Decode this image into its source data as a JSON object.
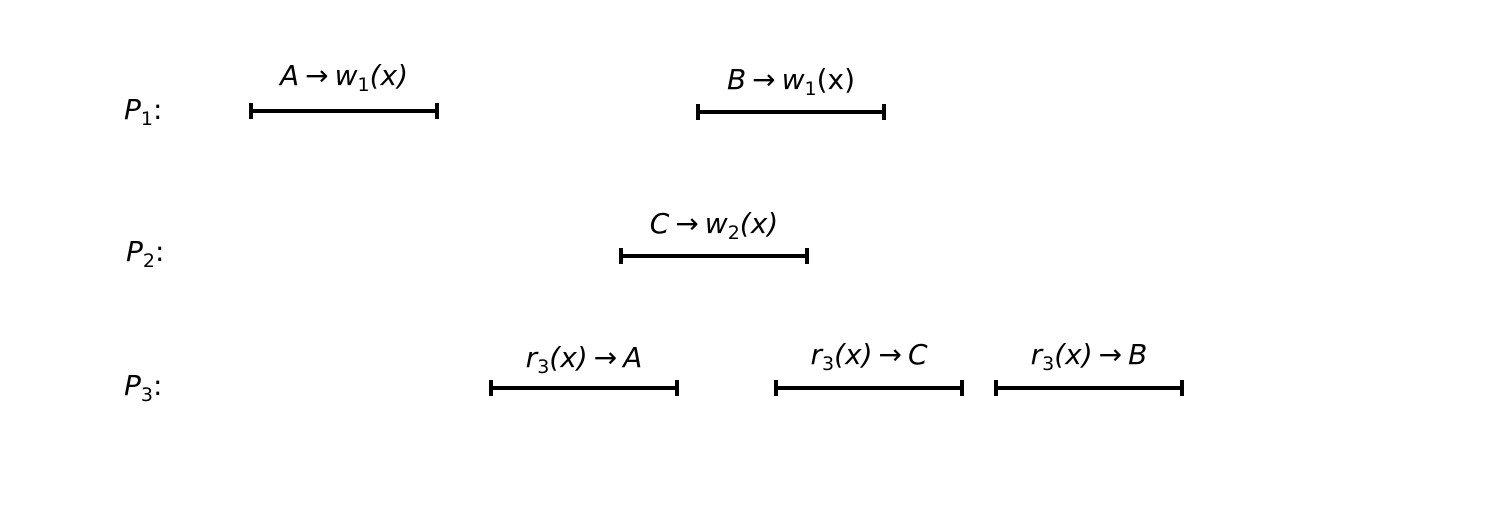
{
  "processes": [
    {
      "id": "1",
      "label": "P",
      "sub": "1",
      "colon": ":",
      "ops": [
        {
          "pre_var": "A",
          "arrow": "→",
          "fn": "w",
          "fn_sub": "1",
          "arg": "(x)",
          "post_var": ""
        },
        {
          "pre_var": "B",
          "arrow": "→",
          "fn": "w",
          "fn_sub": "1",
          "arg": "(x)",
          "post_var": ""
        }
      ]
    },
    {
      "id": "2",
      "label": "P",
      "sub": "2",
      "colon": ":",
      "ops": [
        {
          "pre_var": "C",
          "arrow": "→",
          "fn": "w",
          "fn_sub": "2",
          "arg": "(x)",
          "post_var": ""
        }
      ]
    },
    {
      "id": "3",
      "label": "P",
      "sub": "3",
      "colon": ":",
      "ops": [
        {
          "pre_var": "",
          "fn": "r",
          "fn_sub": "3",
          "arg": "(x)",
          "arrow": "→",
          "post_var": "A"
        },
        {
          "pre_var": "",
          "fn": "r",
          "fn_sub": "3",
          "arg": "(x)",
          "arrow": "→",
          "post_var": "C"
        },
        {
          "pre_var": "",
          "fn": "r",
          "fn_sub": "3",
          "arg": "(x)",
          "arrow": "→",
          "post_var": "B"
        }
      ]
    }
  ]
}
